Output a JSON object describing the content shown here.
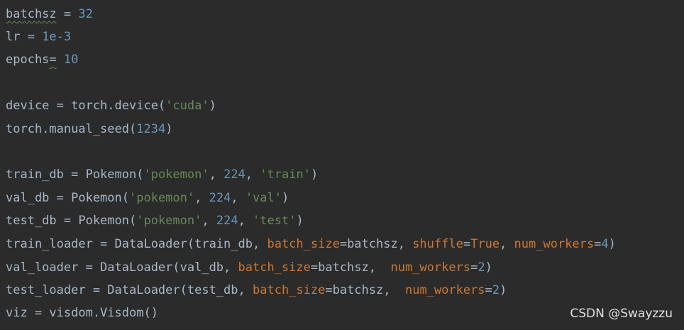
{
  "colors": {
    "background": "#2b2b2b",
    "default_text": "#a9b7c6",
    "number": "#6897bb",
    "string": "#6a8759",
    "keyword_argument": "#cc7832"
  },
  "code_lines": [
    {
      "tokens": [
        {
          "t": "batchsz",
          "c": "plain",
          "typo": true
        },
        {
          "t": " = ",
          "c": "plain"
        },
        {
          "t": "32",
          "c": "number"
        }
      ]
    },
    {
      "tokens": [
        {
          "t": "lr = ",
          "c": "plain"
        },
        {
          "t": "1e-3",
          "c": "number"
        }
      ]
    },
    {
      "tokens": [
        {
          "t": "epochs",
          "c": "plain"
        },
        {
          "t": "=",
          "c": "plain",
          "typo": true
        },
        {
          "t": " ",
          "c": "plain"
        },
        {
          "t": "10",
          "c": "number"
        }
      ]
    },
    {
      "tokens": []
    },
    {
      "tokens": [
        {
          "t": "device = torch.device(",
          "c": "plain"
        },
        {
          "t": "'cuda'",
          "c": "string"
        },
        {
          "t": ")",
          "c": "plain"
        }
      ]
    },
    {
      "tokens": [
        {
          "t": "torch.manual_seed(",
          "c": "plain"
        },
        {
          "t": "1234",
          "c": "number"
        },
        {
          "t": ")",
          "c": "plain"
        }
      ]
    },
    {
      "tokens": []
    },
    {
      "tokens": [
        {
          "t": "train_db = Pokemon(",
          "c": "plain"
        },
        {
          "t": "'pokemon'",
          "c": "string"
        },
        {
          "t": ", ",
          "c": "plain"
        },
        {
          "t": "224",
          "c": "number"
        },
        {
          "t": ", ",
          "c": "plain"
        },
        {
          "t": "'train'",
          "c": "string"
        },
        {
          "t": ")",
          "c": "plain"
        }
      ]
    },
    {
      "tokens": [
        {
          "t": "val_db = Pokemon(",
          "c": "plain"
        },
        {
          "t": "'pokemon'",
          "c": "string"
        },
        {
          "t": ", ",
          "c": "plain"
        },
        {
          "t": "224",
          "c": "number"
        },
        {
          "t": ", ",
          "c": "plain"
        },
        {
          "t": "'val'",
          "c": "string"
        },
        {
          "t": ")",
          "c": "plain"
        }
      ]
    },
    {
      "tokens": [
        {
          "t": "test_db = Pokemon(",
          "c": "plain"
        },
        {
          "t": "'pokemon'",
          "c": "string"
        },
        {
          "t": ", ",
          "c": "plain"
        },
        {
          "t": "224",
          "c": "number"
        },
        {
          "t": ", ",
          "c": "plain"
        },
        {
          "t": "'test'",
          "c": "string"
        },
        {
          "t": ")",
          "c": "plain"
        }
      ]
    },
    {
      "tokens": [
        {
          "t": "train_loader = DataLoader(train_db, ",
          "c": "plain"
        },
        {
          "t": "batch_size",
          "c": "kwarg"
        },
        {
          "t": "=batchsz, ",
          "c": "plain"
        },
        {
          "t": "shuffle",
          "c": "kwarg"
        },
        {
          "t": "=",
          "c": "plain"
        },
        {
          "t": "True",
          "c": "kw"
        },
        {
          "t": ", ",
          "c": "plain"
        },
        {
          "t": "num_workers",
          "c": "kwarg"
        },
        {
          "t": "=",
          "c": "plain"
        },
        {
          "t": "4",
          "c": "number"
        },
        {
          "t": ")",
          "c": "plain"
        }
      ]
    },
    {
      "tokens": [
        {
          "t": "val_loader = DataLoader(val_db, ",
          "c": "plain"
        },
        {
          "t": "batch_size",
          "c": "kwarg"
        },
        {
          "t": "=batchsz,  ",
          "c": "plain"
        },
        {
          "t": "num_workers",
          "c": "kwarg"
        },
        {
          "t": "=",
          "c": "plain"
        },
        {
          "t": "2",
          "c": "number"
        },
        {
          "t": ")",
          "c": "plain"
        }
      ]
    },
    {
      "tokens": [
        {
          "t": "test_loader = DataLoader(test_db, ",
          "c": "plain"
        },
        {
          "t": "batch_size",
          "c": "kwarg"
        },
        {
          "t": "=batchsz,  ",
          "c": "plain"
        },
        {
          "t": "num_workers",
          "c": "kwarg"
        },
        {
          "t": "=",
          "c": "plain"
        },
        {
          "t": "2",
          "c": "number"
        },
        {
          "t": ")",
          "c": "plain"
        }
      ]
    },
    {
      "tokens": [
        {
          "t": "viz = visdom.Visdom()",
          "c": "plain"
        }
      ]
    }
  ],
  "watermark": "CSDN @Swayzzu"
}
